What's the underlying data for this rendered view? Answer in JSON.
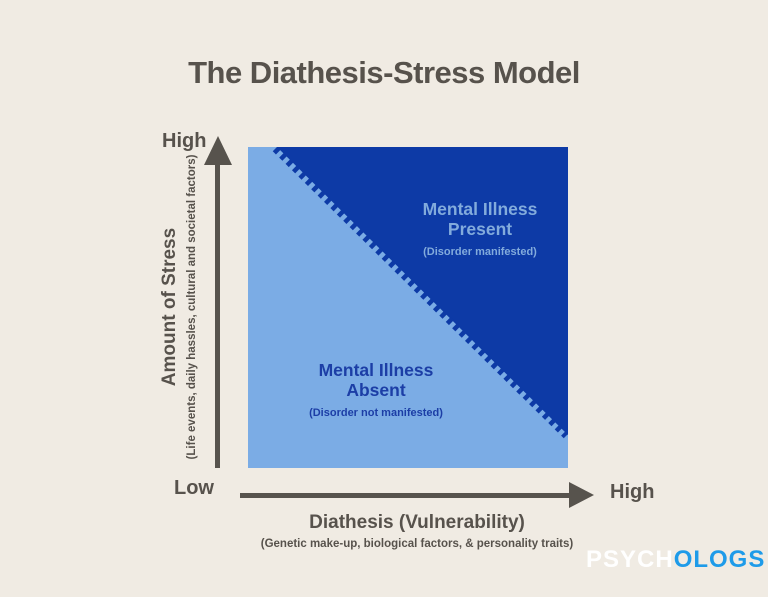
{
  "title": "The Diathesis-Stress Model",
  "colors": {
    "background": "#F0EBE3",
    "text_gray": "#57524C",
    "arrow_gray": "#57534D",
    "light_blue": "#7BACE5",
    "dark_blue": "#0D3AA6",
    "present_label_text": "#82ABDC",
    "absent_label_text": "#1C3EA6",
    "logo_white": "#FFFFFF",
    "logo_blue": "#1E9BE9"
  },
  "diagram": {
    "regions": {
      "present": {
        "label": "Mental Illness\nPresent",
        "note": "(Disorder manifested)"
      },
      "absent": {
        "label": "Mental Illness\nAbsent",
        "note": "(Disorder not manifested)"
      }
    }
  },
  "axes": {
    "y": {
      "high_label": "High",
      "title": "Amount of Stress",
      "subtitle": "(Life events, daily hassles, cultural and societal factors)"
    },
    "x": {
      "high_label": "High",
      "title": "Diathesis (Vulnerability)",
      "subtitle": "(Genetic make-up, biological factors, & personality traits)"
    },
    "origin_label": "Low"
  },
  "logo": {
    "part1": "PSYCH",
    "part2": "OLOGS"
  }
}
